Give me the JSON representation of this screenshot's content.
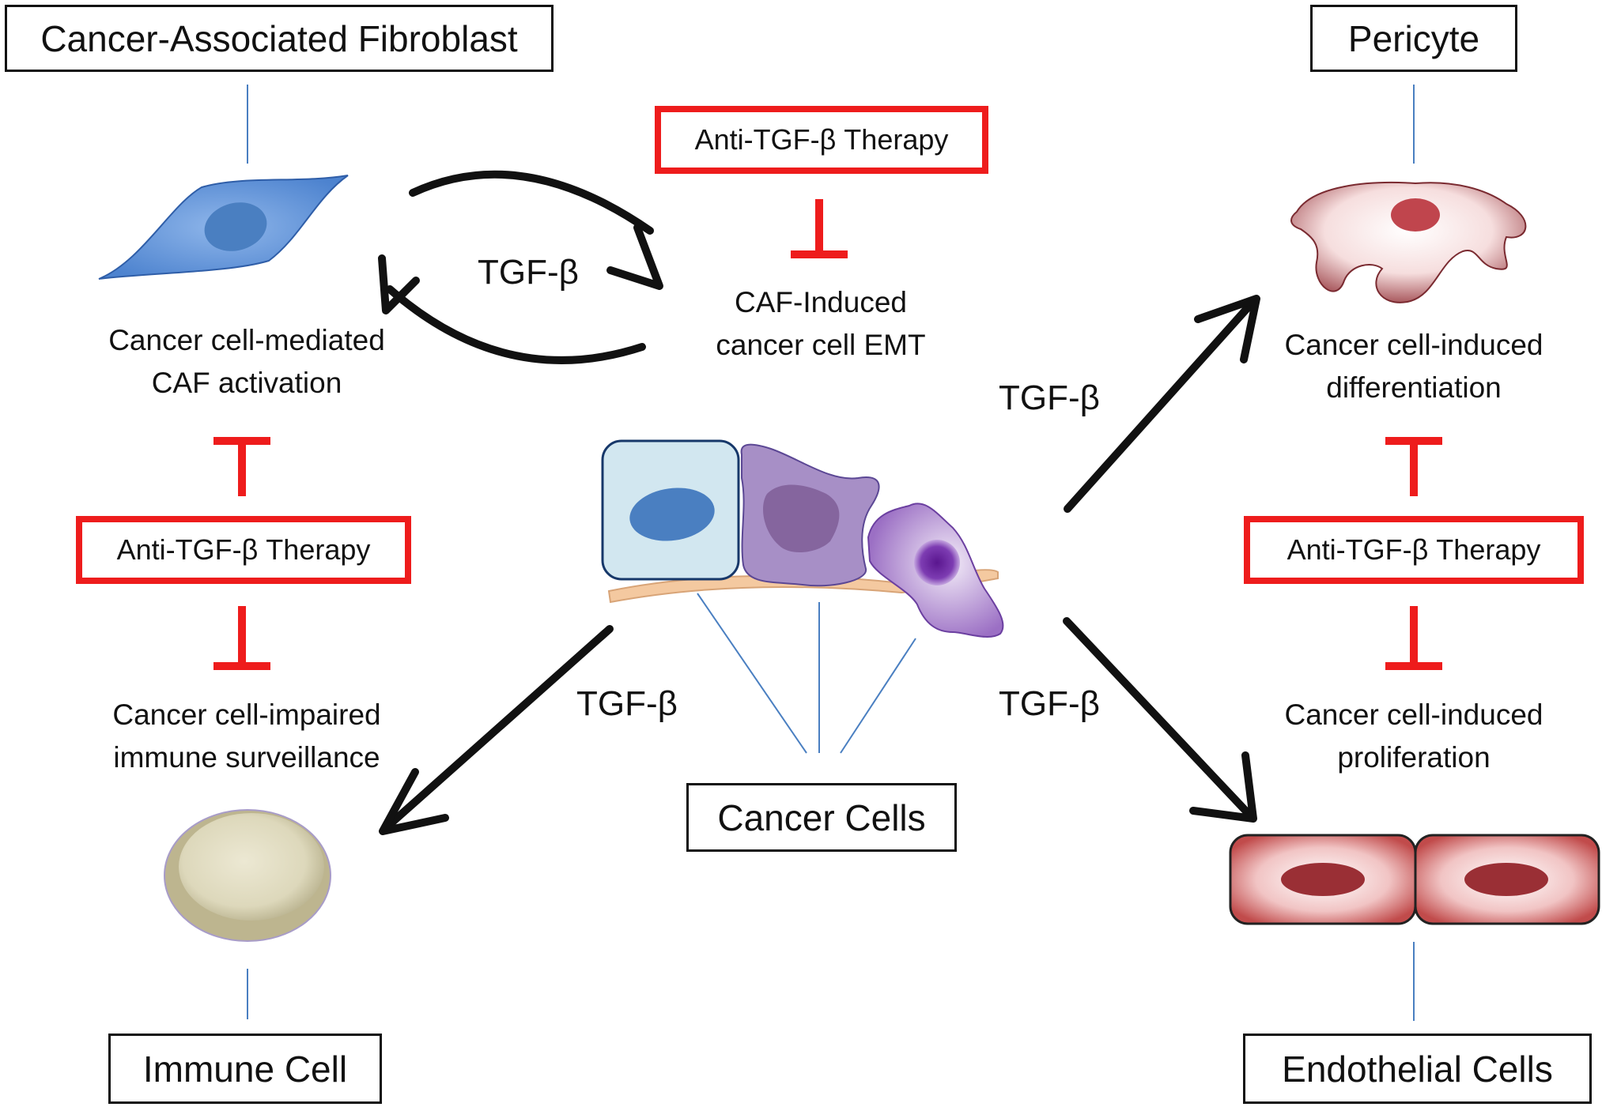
{
  "cells": {
    "caf": "Cancer-Associated Fibroblast",
    "pericyte": "Pericyte",
    "immune": "Immune Cell",
    "cancer": "Cancer Cells",
    "endothelial": "Endothelial Cells"
  },
  "therapy_label": "Anti-TGF-β Therapy",
  "signal_label": "TGF-β",
  "effects": {
    "caf_activation": [
      "Cancer cell-mediated",
      "CAF activation"
    ],
    "emt": [
      "CAF-Induced",
      "cancer cell EMT"
    ],
    "differentiation": [
      "Cancer cell-induced",
      "differentiation"
    ],
    "immune": [
      "Cancer cell-impaired",
      "immune surveillance"
    ],
    "proliferation": [
      "Cancer cell-induced",
      "proliferation"
    ]
  },
  "colors": {
    "inhibition": "#ee1c1c",
    "arrow": "#111111",
    "connector": "#4a7fc1",
    "caf_cell": "#5b8fd6",
    "pericyte_cell": "#b75a5f",
    "immune_cell": "#c9c3a0",
    "endothelial_cell": "#c14b4b"
  }
}
